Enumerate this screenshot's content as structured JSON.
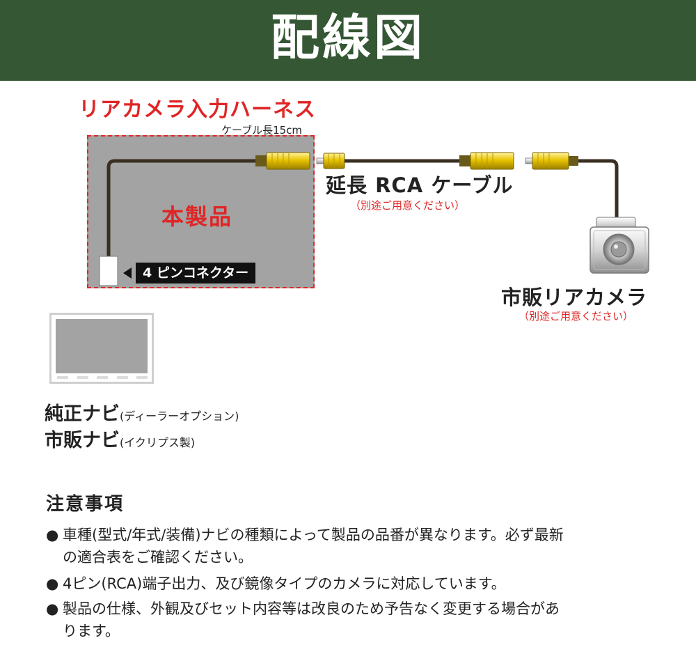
{
  "banner": {
    "title": "配線図"
  },
  "harness": {
    "title": "リアカメラ入力ハーネス",
    "length_note": "ケーブル長15cm",
    "product_label": "本製品",
    "connector_label": "4 ピンコネクター"
  },
  "extension_cable": {
    "label": "延長 RCA ケーブル",
    "note": "（別途ご用意ください）"
  },
  "camera": {
    "label": "市販リアカメラ",
    "note": "（別途ご用意ください）"
  },
  "navi": [
    {
      "main": "純正ナビ",
      "sub": "(ディーラーオプション)"
    },
    {
      "main": "市販ナビ",
      "sub": "(イクリプス製)"
    }
  ],
  "notes": {
    "title": "注意事項",
    "bullet": "●",
    "items": [
      {
        "line1": "車種(型式/年式/装備)ナビの種類によって製品の品番が異なります。必ず最新",
        "line2": "の適合表をご確認ください。"
      },
      {
        "line1": "4ピン(RCA)端子出力、及び鏡像タイプのカメラに対応しています。",
        "line2": ""
      },
      {
        "line1": "製品の仕様、外観及びセット内容等は改良のため予告なく変更する場合があ",
        "line2": "ります。"
      }
    ]
  },
  "colors": {
    "banner": "#355734",
    "accent_red": "#e02525",
    "rca_yellow": "#e8c400",
    "cable": "#3a2e22",
    "product_bg": "#a3a3a3"
  }
}
